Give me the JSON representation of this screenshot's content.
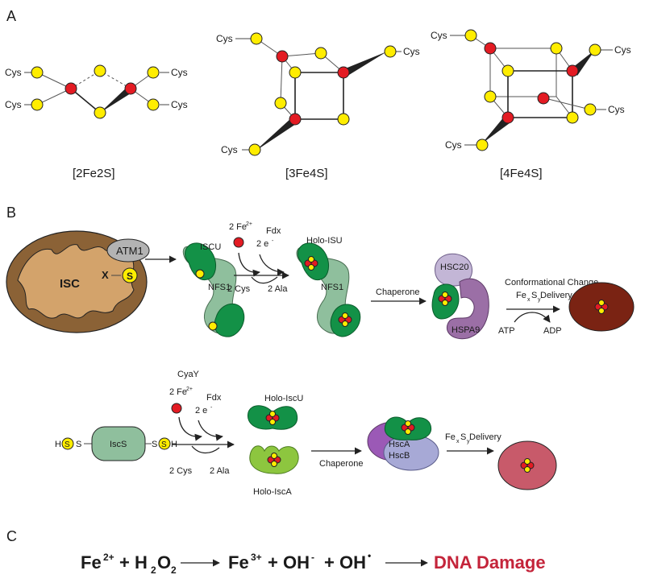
{
  "panels": {
    "a": "A",
    "b": "B",
    "c": "C"
  },
  "clusters": {
    "cys": "Cys",
    "c1_caption": "[2Fe2S]",
    "c2_caption": "[3Fe4S]",
    "c3_caption": "[4Fe4S]"
  },
  "mito": {
    "isc": "ISC",
    "atm1": "ATM1",
    "x": "X",
    "s": "S"
  },
  "top_path": {
    "iscu": "ISCU",
    "nfs1": "NFS1",
    "fe_main": "2 Fe",
    "fe_sup": "2+",
    "fdx": "Fdx",
    "electrons": "2 e",
    "electrons_sup": "-",
    "cys": "2 Cys",
    "ala": "2 Ala",
    "holo_isu": "Holo-ISU",
    "nfs1_b": "NFS1",
    "chaperone": "Chaperone",
    "hsc20": "HSC20",
    "hspa9": "HSPA9",
    "atp": "ATP",
    "adp": "ADP",
    "conf_line1": "Conformational Change,",
    "conf_fe": "Fe",
    "conf_x": "x",
    "conf_s": "S",
    "conf_y": "y",
    "conf_delivery": " Delivery"
  },
  "bottom_path": {
    "cyay": "CyaY",
    "fe_main": "2 Fe",
    "fe_sup": "2+",
    "fdx": "Fdx",
    "electrons": "2 e",
    "electrons_sup": "-",
    "cys": "2 Cys",
    "ala": "2 Ala",
    "h_left": "H",
    "s_left": "S",
    "dash_left": "S",
    "iscs": "IscS",
    "dash_right": "S",
    "s_right": "S",
    "h_right": "H",
    "holo_iscu": "Holo-IscU",
    "holo_isca": "Holo-IscA",
    "chaperone": "Chaperone",
    "hsca": "HscA",
    "hscb": "HscB",
    "del_fe": "Fe",
    "del_x": "x",
    "del_s": "S",
    "del_y": "y",
    "del_text": " Delivery"
  },
  "equation": {
    "fe2": "Fe",
    "fe2_sup": "2+",
    "plus1": "+ H",
    "h2_sub": "2",
    "o": "O",
    "o2_sub": "2",
    "fe3": "Fe",
    "fe3_sup": "3+",
    "plus2": "+ OH",
    "oh_sup": "-",
    "plus3": "+ OH",
    "radical": "•",
    "dna": "DNA Damage"
  },
  "colors": {
    "iron": "#e31b23",
    "sulfur": "#ffed00",
    "scaffold_green": "#139147",
    "nfs1_green": "#8fbf9d",
    "mito_brown": "#b4845a",
    "dna_red": "#c4243a"
  }
}
